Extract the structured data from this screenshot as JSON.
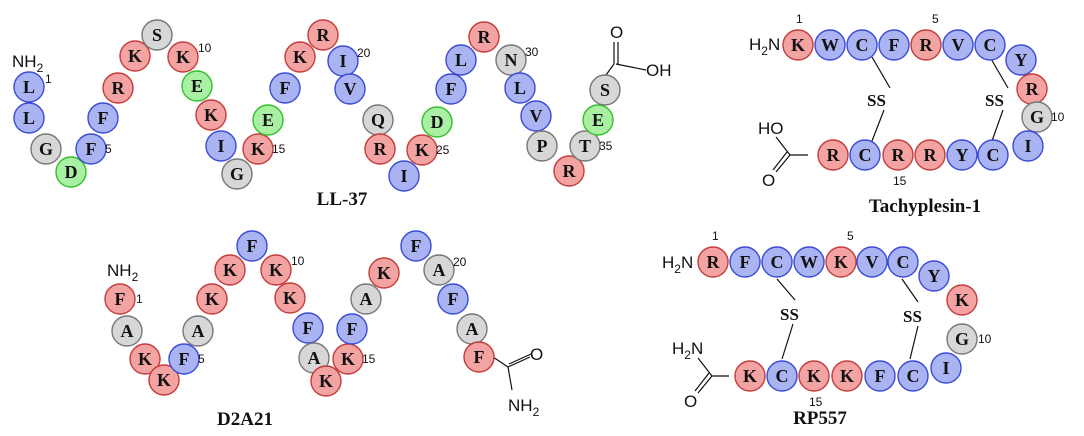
{
  "colors": {
    "basic": "#f4a3a3",
    "basic_stroke": "#c43c3c",
    "hydrophobic": "#aab4f2",
    "hydrophobic_stroke": "#3b4bd6",
    "acidic": "#a9f0a5",
    "acidic_stroke": "#34c02c",
    "neutral": "#d7d7d7",
    "neutral_stroke": "#777777"
  },
  "peptides": [
    {
      "id": "ll37",
      "title": "LL-37",
      "n_terminus": "NH2",
      "c_terminus": "COOH",
      "residues": [
        {
          "aa": "L",
          "t": "H",
          "num": "1"
        },
        {
          "aa": "L",
          "t": "H"
        },
        {
          "aa": "G",
          "t": "N"
        },
        {
          "aa": "D",
          "t": "A"
        },
        {
          "aa": "F",
          "t": "H",
          "num": "5"
        },
        {
          "aa": "F",
          "t": "H"
        },
        {
          "aa": "R",
          "t": "B"
        },
        {
          "aa": "K",
          "t": "B"
        },
        {
          "aa": "S",
          "t": "N"
        },
        {
          "aa": "K",
          "t": "B",
          "num": "10"
        },
        {
          "aa": "E",
          "t": "A"
        },
        {
          "aa": "K",
          "t": "B"
        },
        {
          "aa": "I",
          "t": "H"
        },
        {
          "aa": "G",
          "t": "N"
        },
        {
          "aa": "K",
          "t": "B",
          "num": "15"
        },
        {
          "aa": "E",
          "t": "A"
        },
        {
          "aa": "F",
          "t": "H"
        },
        {
          "aa": "K",
          "t": "B"
        },
        {
          "aa": "R",
          "t": "B"
        },
        {
          "aa": "I",
          "t": "H",
          "num": "20"
        },
        {
          "aa": "V",
          "t": "H"
        },
        {
          "aa": "Q",
          "t": "N"
        },
        {
          "aa": "R",
          "t": "B"
        },
        {
          "aa": "I",
          "t": "H"
        },
        {
          "aa": "K",
          "t": "B",
          "num": "25"
        },
        {
          "aa": "D",
          "t": "A"
        },
        {
          "aa": "F",
          "t": "H"
        },
        {
          "aa": "L",
          "t": "H"
        },
        {
          "aa": "R",
          "t": "B"
        },
        {
          "aa": "N",
          "t": "N",
          "num": "30"
        },
        {
          "aa": "L",
          "t": "H"
        },
        {
          "aa": "V",
          "t": "H"
        },
        {
          "aa": "P",
          "t": "N"
        },
        {
          "aa": "R",
          "t": "B"
        },
        {
          "aa": "T",
          "t": "N",
          "num": "35"
        },
        {
          "aa": "E",
          "t": "A"
        },
        {
          "aa": "S",
          "t": "N"
        }
      ]
    },
    {
      "id": "d2a21",
      "title": "D2A21",
      "n_terminus": "NH2",
      "c_terminus": "CONH2",
      "residues": [
        {
          "aa": "F",
          "t": "B",
          "num": "1"
        },
        {
          "aa": "A",
          "t": "N"
        },
        {
          "aa": "K",
          "t": "B"
        },
        {
          "aa": "K",
          "t": "B"
        },
        {
          "aa": "F",
          "t": "H",
          "num": "5"
        },
        {
          "aa": "A",
          "t": "N"
        },
        {
          "aa": "K",
          "t": "B"
        },
        {
          "aa": "K",
          "t": "B"
        },
        {
          "aa": "F",
          "t": "H"
        },
        {
          "aa": "K",
          "t": "B",
          "num": "10"
        },
        {
          "aa": "K",
          "t": "B"
        },
        {
          "aa": "F",
          "t": "H"
        },
        {
          "aa": "A",
          "t": "N"
        },
        {
          "aa": "K",
          "t": "B"
        },
        {
          "aa": "K",
          "t": "B",
          "num": "15"
        },
        {
          "aa": "F",
          "t": "H"
        },
        {
          "aa": "A",
          "t": "N"
        },
        {
          "aa": "K",
          "t": "B"
        },
        {
          "aa": "F",
          "t": "H"
        },
        {
          "aa": "A",
          "t": "N",
          "num": "20"
        },
        {
          "aa": "F",
          "t": "H"
        },
        {
          "aa": "A",
          "t": "N"
        },
        {
          "aa": "F",
          "t": "B"
        }
      ]
    },
    {
      "id": "tachyplesin",
      "title": "Tachyplesin-1",
      "n_terminus": "H2N",
      "c_terminus": "COOH",
      "disulfide_label": "SS",
      "residues": [
        {
          "aa": "K",
          "t": "B",
          "num": "1"
        },
        {
          "aa": "W",
          "t": "H"
        },
        {
          "aa": "C",
          "t": "H"
        },
        {
          "aa": "F",
          "t": "H"
        },
        {
          "aa": "R",
          "t": "B",
          "num": "5"
        },
        {
          "aa": "V",
          "t": "H"
        },
        {
          "aa": "C",
          "t": "H"
        },
        {
          "aa": "Y",
          "t": "H"
        },
        {
          "aa": "R",
          "t": "B"
        },
        {
          "aa": "G",
          "t": "N",
          "num": "10"
        },
        {
          "aa": "I",
          "t": "H"
        },
        {
          "aa": "C",
          "t": "H"
        },
        {
          "aa": "Y",
          "t": "H"
        },
        {
          "aa": "R",
          "t": "B"
        },
        {
          "aa": "R",
          "t": "B",
          "num": "15"
        },
        {
          "aa": "C",
          "t": "H"
        },
        {
          "aa": "R",
          "t": "B"
        }
      ]
    },
    {
      "id": "rp557",
      "title": "RP557",
      "n_terminus": "H2N",
      "c_terminus": "CONH2",
      "disulfide_label": "SS",
      "residues": [
        {
          "aa": "R",
          "t": "B",
          "num": "1"
        },
        {
          "aa": "F",
          "t": "H"
        },
        {
          "aa": "C",
          "t": "H"
        },
        {
          "aa": "W",
          "t": "H"
        },
        {
          "aa": "K",
          "t": "B",
          "num": "5"
        },
        {
          "aa": "V",
          "t": "H"
        },
        {
          "aa": "C",
          "t": "H"
        },
        {
          "aa": "Y",
          "t": "H"
        },
        {
          "aa": "K",
          "t": "B"
        },
        {
          "aa": "G",
          "t": "N",
          "num": "10"
        },
        {
          "aa": "I",
          "t": "H"
        },
        {
          "aa": "C",
          "t": "H"
        },
        {
          "aa": "F",
          "t": "H"
        },
        {
          "aa": "K",
          "t": "B"
        },
        {
          "aa": "K",
          "t": "B",
          "num": "15"
        },
        {
          "aa": "C",
          "t": "H"
        },
        {
          "aa": "K",
          "t": "B"
        }
      ]
    }
  ]
}
